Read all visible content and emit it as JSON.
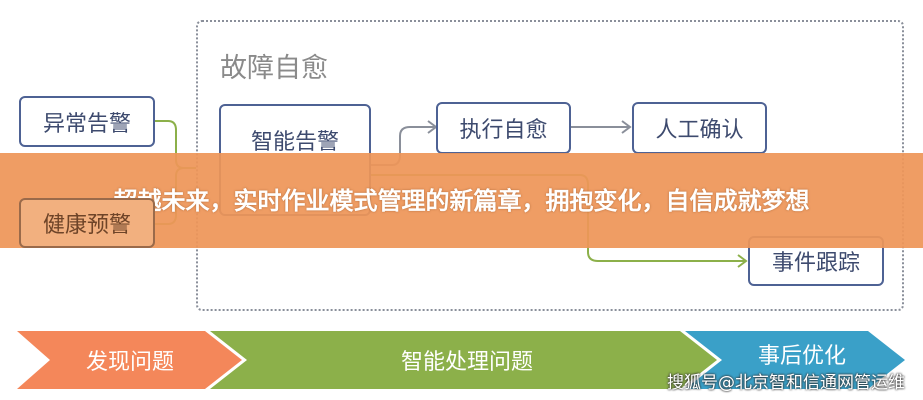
{
  "diagram": {
    "group_title": "故障自愈",
    "inputs": [
      "异常告警",
      "健康预警"
    ],
    "nodes": {
      "smart_alert": "智能告警",
      "auto_heal": "执行自愈",
      "manual_confirm": "人工确认",
      "event_track": "事件跟踪"
    },
    "stages": [
      {
        "label": "发现问题",
        "color": "#f4875a"
      },
      {
        "label": "智能处理问题",
        "color": "#8cb04a"
      },
      {
        "label": "事后优化",
        "color": "#3aa0c8"
      }
    ]
  },
  "overlay": {
    "headline": "超越未来，实时作业模式管理的新篇章，拥抱变化，自信成就梦想"
  },
  "watermark": "搜狐号@北京智和信通网管运维"
}
